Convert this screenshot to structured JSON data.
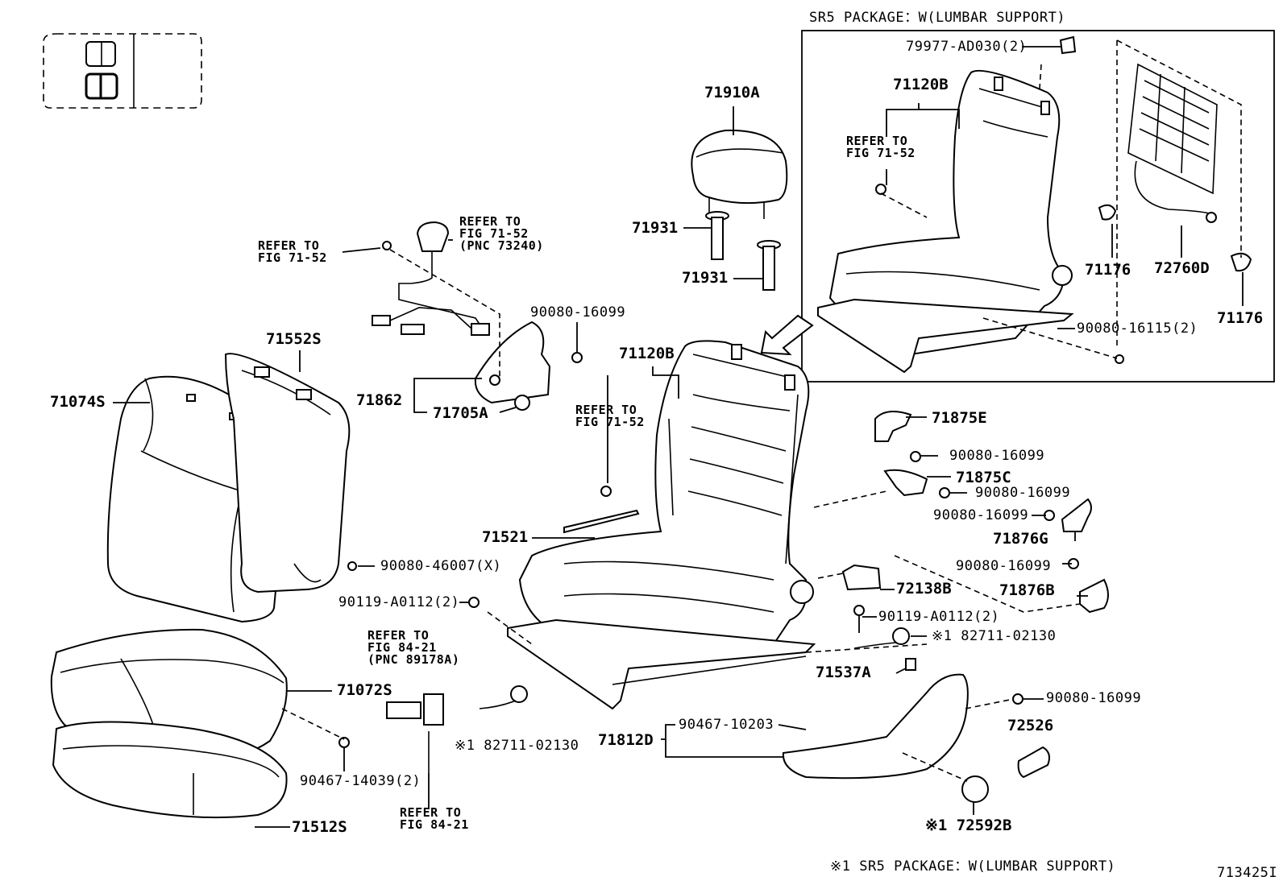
{
  "package_title": "SR5 PACKAGE：W(LUMBAR SUPPORT)",
  "footnote": "※1 SR5 PACKAGE：W(LUMBAR SUPPORT)",
  "figure_id": "713425I",
  "refs": {
    "r1": [
      "REFER TO",
      "FIG 71-52"
    ],
    "r2": [
      "REFER TO",
      "FIG 71-52",
      "(PNC 73240)"
    ],
    "r3": [
      "REFER TO",
      "FIG 71-52"
    ],
    "r4": [
      "REFER TO",
      "FIG 71-52"
    ],
    "r5": [
      "REFER TO",
      "FIG 84-21",
      "(PNC 89178A)"
    ],
    "r6": [
      "REFER TO",
      "FIG 84-21"
    ]
  },
  "parts": {
    "p71910A": "71910A",
    "p71931a": "71931",
    "p71931b": "71931",
    "p71552S": "71552S",
    "p71074S": "71074S",
    "p71862": "71862",
    "p71705A": "71705A",
    "p90080_16099_top": "90080-16099",
    "p71120B_main": "71120B",
    "p71521": "71521",
    "p90080_46007": "90080-46007(X)",
    "p90119_left": "90119-A0112(2)",
    "p71072S": "71072S",
    "p71512S": "71512S",
    "p90467_14039": "90467-14039(2)",
    "p82711_left": "※1 82711-02130",
    "p71812D": "71812D",
    "p90467_10203": "90467-10203",
    "p72592B": "※1 72592B",
    "p72526": "72526",
    "p90080_16099_r5": "90080-16099",
    "p71537A": "71537A",
    "p82711_right": "※1 82711-02130",
    "p90119_right": "90119-A0112(2)",
    "p72138B": "72138B",
    "p71876B": "71876B",
    "p90080_16099_r4": "90080-16099",
    "p71876G": "71876G",
    "p90080_16099_r3": "90080-16099",
    "p90080_16099_r2": "90080-16099",
    "p71875C": "71875C",
    "p90080_16099_r1": "90080-16099",
    "p71875E": "71875E",
    "p79977": "79977-AD030(2)",
    "p71120B_inset": "71120B",
    "p71176a": "71176",
    "p72760D": "72760D",
    "p71176b": "71176",
    "p90080_16115": "90080-16115(2)"
  }
}
